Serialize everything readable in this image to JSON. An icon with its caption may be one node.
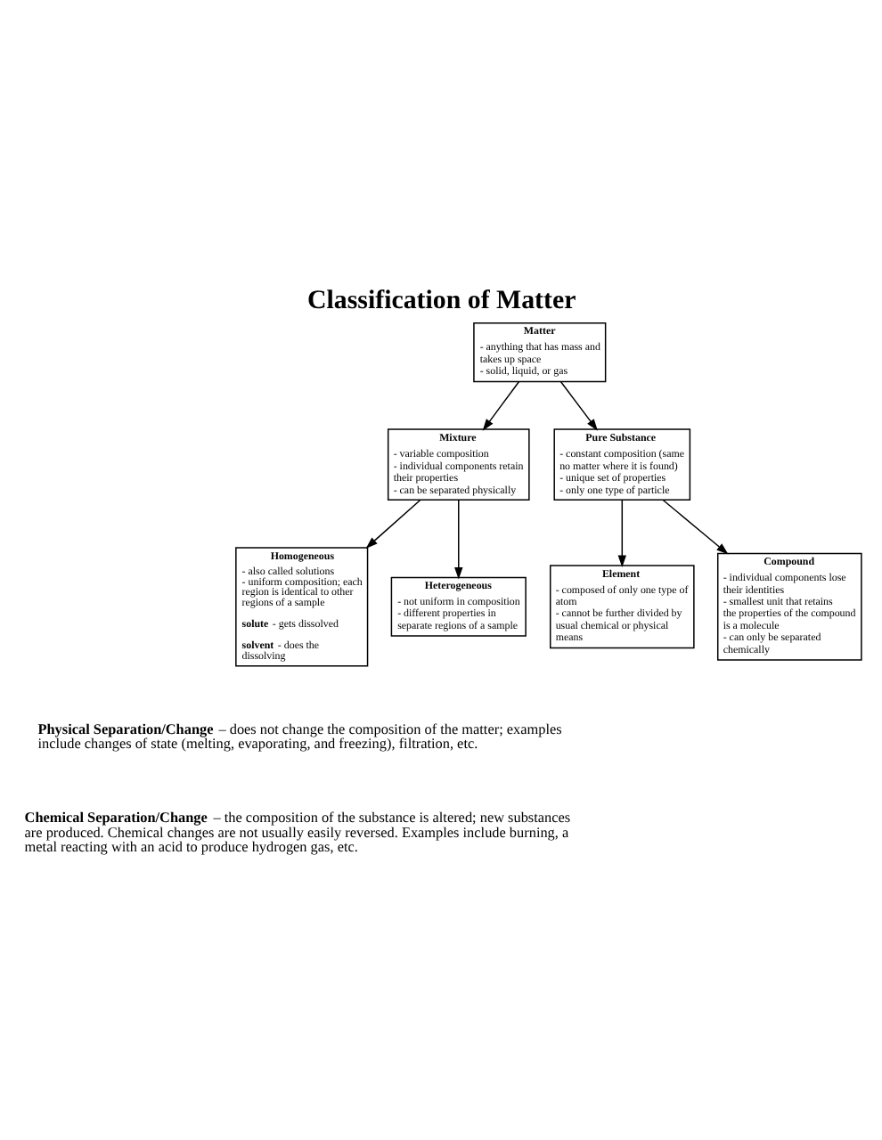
{
  "diagram": {
    "title": "Classification of Matter",
    "nodes": [
      {
        "text": [
          "Matter",
          "- anything that has mass and takes up space",
          "- solid, liquid, or gas"
        ]
      },
      {
        "text": [
          "Mixture",
          "- variable composition",
          "- individual components retain their properties",
          "- can be separated physically"
        ]
      },
      {
        "text": [
          "Pure Substance",
          "- constant composition (same no matter where it is found)",
          "- unique set of properties",
          "- only one type of particle"
        ]
      },
      {
        "text": [
          "Homogeneous",
          "- also called solutions",
          "- uniform composition; each region is identical to other regions of a sample",
          "**solute** - gets dissolved",
          "**solvent** - does the dissolving"
        ]
      },
      {
        "text": [
          "Heterogeneous",
          "- not uniform in composition",
          "- different properties in separate regions of a sample"
        ]
      },
      {
        "text": [
          "Element",
          "- composed of only one type of atom",
          "- cannot be further divided by usual chemical or physical means"
        ]
      },
      {
        "text": [
          "Compound",
          "- individual components lose their identities",
          "- smallest unit that retains the properties of the compound is a molecule",
          "- can only be separated chemically"
        ]
      }
    ],
    "edges": [
      {
        "from": 0,
        "to": 1,
        "arrow": "to"
      },
      {
        "from": 0,
        "to": 2,
        "arrow": "to"
      },
      {
        "from": 1,
        "to": 3,
        "arrow": "to"
      },
      {
        "from": 1,
        "to": 4,
        "arrow": "to"
      },
      {
        "from": 2,
        "to": 5,
        "arrow": "to"
      },
      {
        "from": 2,
        "to": 6,
        "arrow": "to"
      }
    ],
    "labels": [
      "**Physical Separation/Change** – does not change the composition of the matter; examples include changes of state (melting, evaporating, and freezing), filtration, etc.",
      "**Chemical Separation/Change** – the composition of the substance is altered; new substances are produced. Chemical changes are not usually easily reversed. Examples include burning, a metal reacting with an acid to produce hydrogen gas, etc."
    ]
  }
}
